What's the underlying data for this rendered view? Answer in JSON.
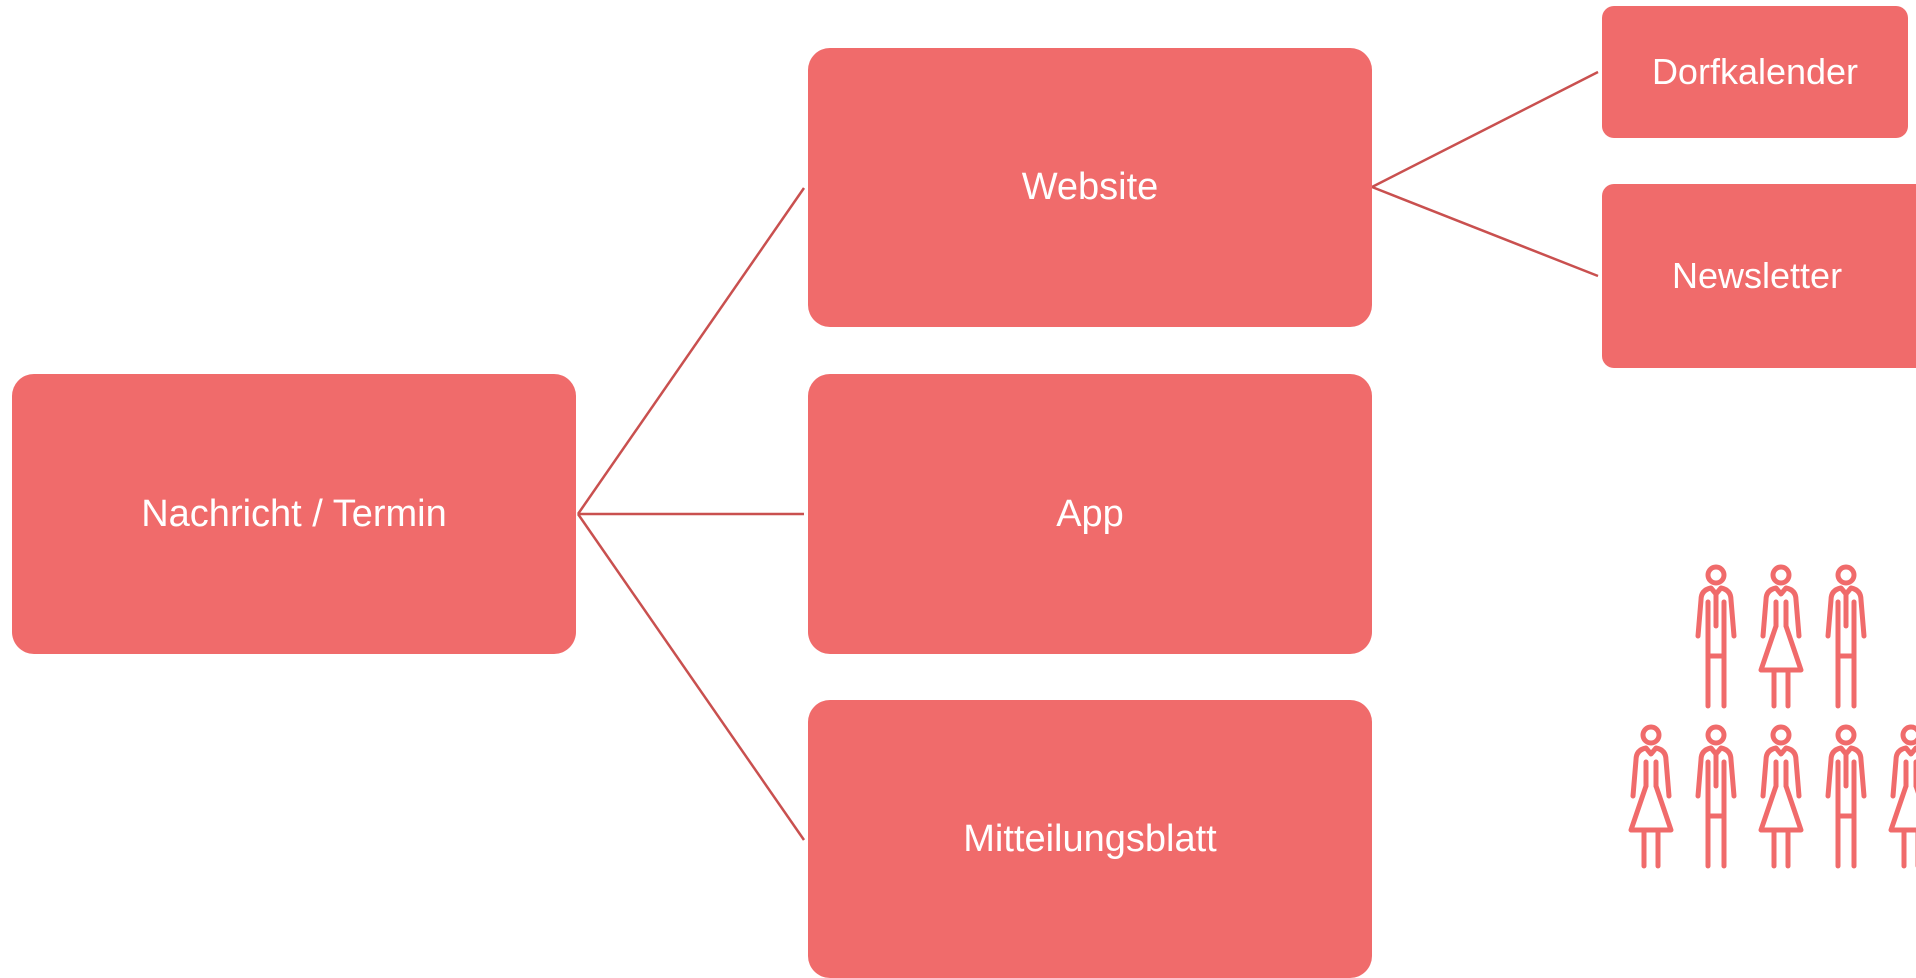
{
  "colors": {
    "box_fill": "#f06b6b",
    "box_text": "#ffffff",
    "connector": "#c9504f",
    "icon": "#f06b6b"
  },
  "diagram": {
    "root": {
      "label": "Nachricht / Termin"
    },
    "channels": [
      {
        "label": "Website"
      },
      {
        "label": "App"
      },
      {
        "label": "Mitteilungsblatt"
      }
    ],
    "website_children": [
      {
        "label": "Dorfkalender"
      },
      {
        "label": "Newsletter"
      }
    ]
  },
  "audience_icon": {
    "name": "people-group-icon",
    "figures_top_row": [
      "man",
      "woman",
      "man"
    ],
    "figures_bottom_row": [
      "woman",
      "man",
      "woman",
      "man",
      "woman"
    ]
  }
}
